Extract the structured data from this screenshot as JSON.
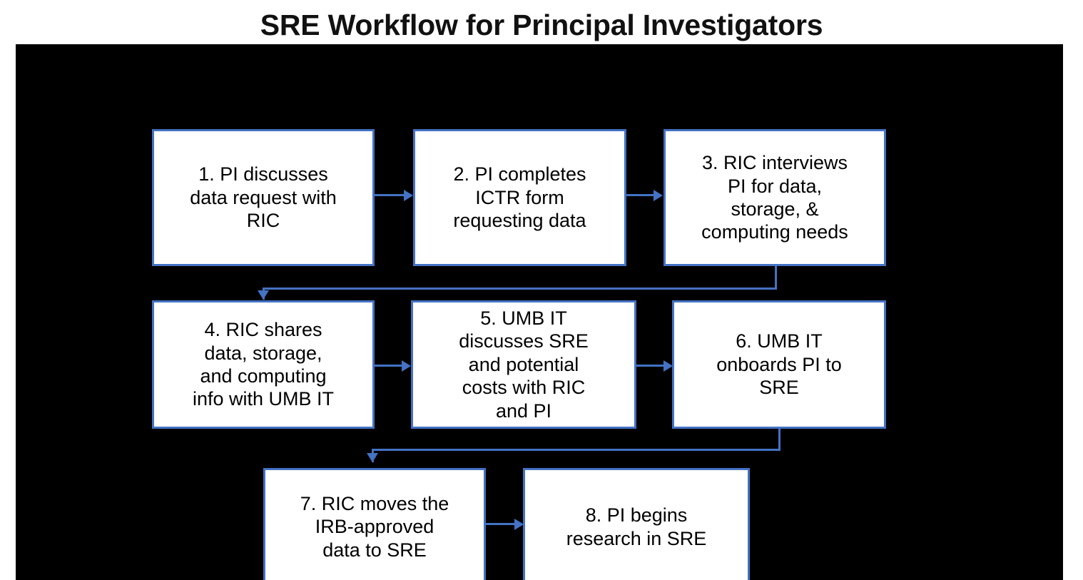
{
  "slide": {
    "title": "SRE Workflow for Principal Investigators",
    "background_color": "#000000",
    "accent_color": "#4472c4",
    "node_fill_color": "#ffffff",
    "node_text_color": "#000000"
  },
  "diagram": {
    "type": "flowchart",
    "orientation": "left-to-right, wrapping into 3 rows",
    "nodes": [
      {
        "id": "step-1",
        "number": "1",
        "text": "1. PI discusses\ndata request with\nRIC"
      },
      {
        "id": "step-2",
        "number": "2",
        "text": "2. PI completes\nICTR form\nrequesting data"
      },
      {
        "id": "step-3",
        "number": "3",
        "text": "3. RIC interviews\nPI for data,\nstorage, &\ncomputing needs"
      },
      {
        "id": "step-4",
        "number": "4",
        "text": "4. RIC shares\ndata, storage,\nand computing\ninfo with UMB IT"
      },
      {
        "id": "step-5",
        "number": "5",
        "text": "5. UMB IT\ndiscusses SRE\nand potential\ncosts with RIC\nand PI"
      },
      {
        "id": "step-6",
        "number": "6",
        "text": "6. UMB IT\nonboards PI to\nSRE"
      },
      {
        "id": "step-7",
        "number": "7",
        "text": "7. RIC moves the\nIRB-approved\ndata to SRE"
      },
      {
        "id": "step-8",
        "number": "8",
        "text": "8. PI begins\nresearch in SRE"
      }
    ],
    "edges": [
      {
        "from": "step-1",
        "to": "step-2",
        "style": "straight-right"
      },
      {
        "from": "step-2",
        "to": "step-3",
        "style": "straight-right"
      },
      {
        "from": "step-3",
        "to": "step-4",
        "style": "elbow-down-left"
      },
      {
        "from": "step-4",
        "to": "step-5",
        "style": "straight-right"
      },
      {
        "from": "step-5",
        "to": "step-6",
        "style": "straight-right"
      },
      {
        "from": "step-6",
        "to": "step-7",
        "style": "elbow-down-left"
      },
      {
        "from": "step-7",
        "to": "step-8",
        "style": "straight-right"
      }
    ]
  }
}
